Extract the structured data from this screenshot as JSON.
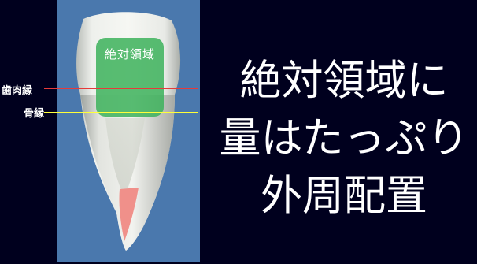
{
  "diagram": {
    "zone_label": "絶対領域",
    "gum_label": "歯肉縁",
    "bone_label": "骨縁",
    "colors": {
      "background": "#00001e",
      "panel": "#4a78ad",
      "zone": "#3cb15a",
      "gum_line": "#e63a3a",
      "bone_line": "#ffff3a",
      "pulp": "#f0908a"
    }
  },
  "headline": {
    "line1": "絶対領域に",
    "line2": "量はたっぷり",
    "line3": "外周配置"
  }
}
